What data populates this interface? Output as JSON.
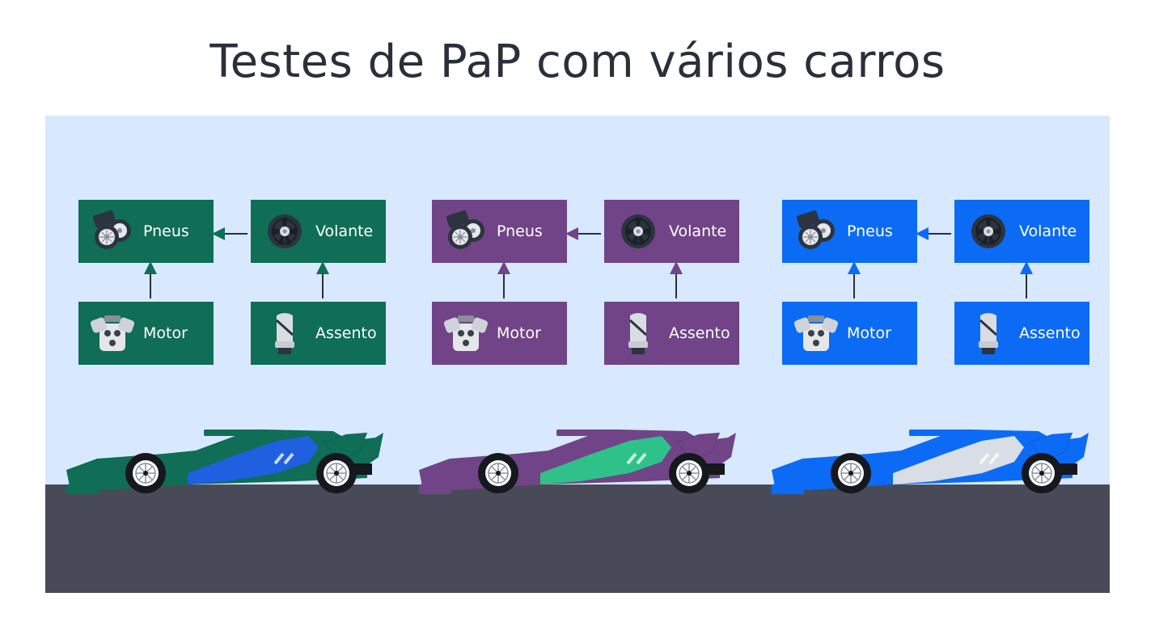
{
  "title": "Testes de PaP com vários carros",
  "colors": {
    "background_sky": "#d8e9ff",
    "road": "#484b57",
    "green": "#0f6e55",
    "purple": "#704487",
    "blue": "#0c6bf5"
  },
  "groups": [
    {
      "theme": "green",
      "color": "#0f6e55",
      "car_accent": "#1f5fe0",
      "boxes": {
        "tires": {
          "label": "Pneus",
          "icon": "tires-icon"
        },
        "steering": {
          "label": "Volante",
          "icon": "steering-wheel-icon"
        },
        "engine": {
          "label": "Motor",
          "icon": "engine-icon"
        },
        "seat": {
          "label": "Assento",
          "icon": "seat-icon"
        }
      }
    },
    {
      "theme": "purple",
      "color": "#704487",
      "car_accent": "#2ec28a",
      "boxes": {
        "tires": {
          "label": "Pneus",
          "icon": "tires-icon"
        },
        "steering": {
          "label": "Volante",
          "icon": "steering-wheel-icon"
        },
        "engine": {
          "label": "Motor",
          "icon": "engine-icon"
        },
        "seat": {
          "label": "Assento",
          "icon": "seat-icon"
        }
      }
    },
    {
      "theme": "blue",
      "color": "#0c6bf5",
      "car_accent": "#d9dde6",
      "boxes": {
        "tires": {
          "label": "Pneus",
          "icon": "tires-icon"
        },
        "steering": {
          "label": "Volante",
          "icon": "steering-wheel-icon"
        },
        "engine": {
          "label": "Motor",
          "icon": "engine-icon"
        },
        "seat": {
          "label": "Assento",
          "icon": "seat-icon"
        }
      }
    }
  ]
}
